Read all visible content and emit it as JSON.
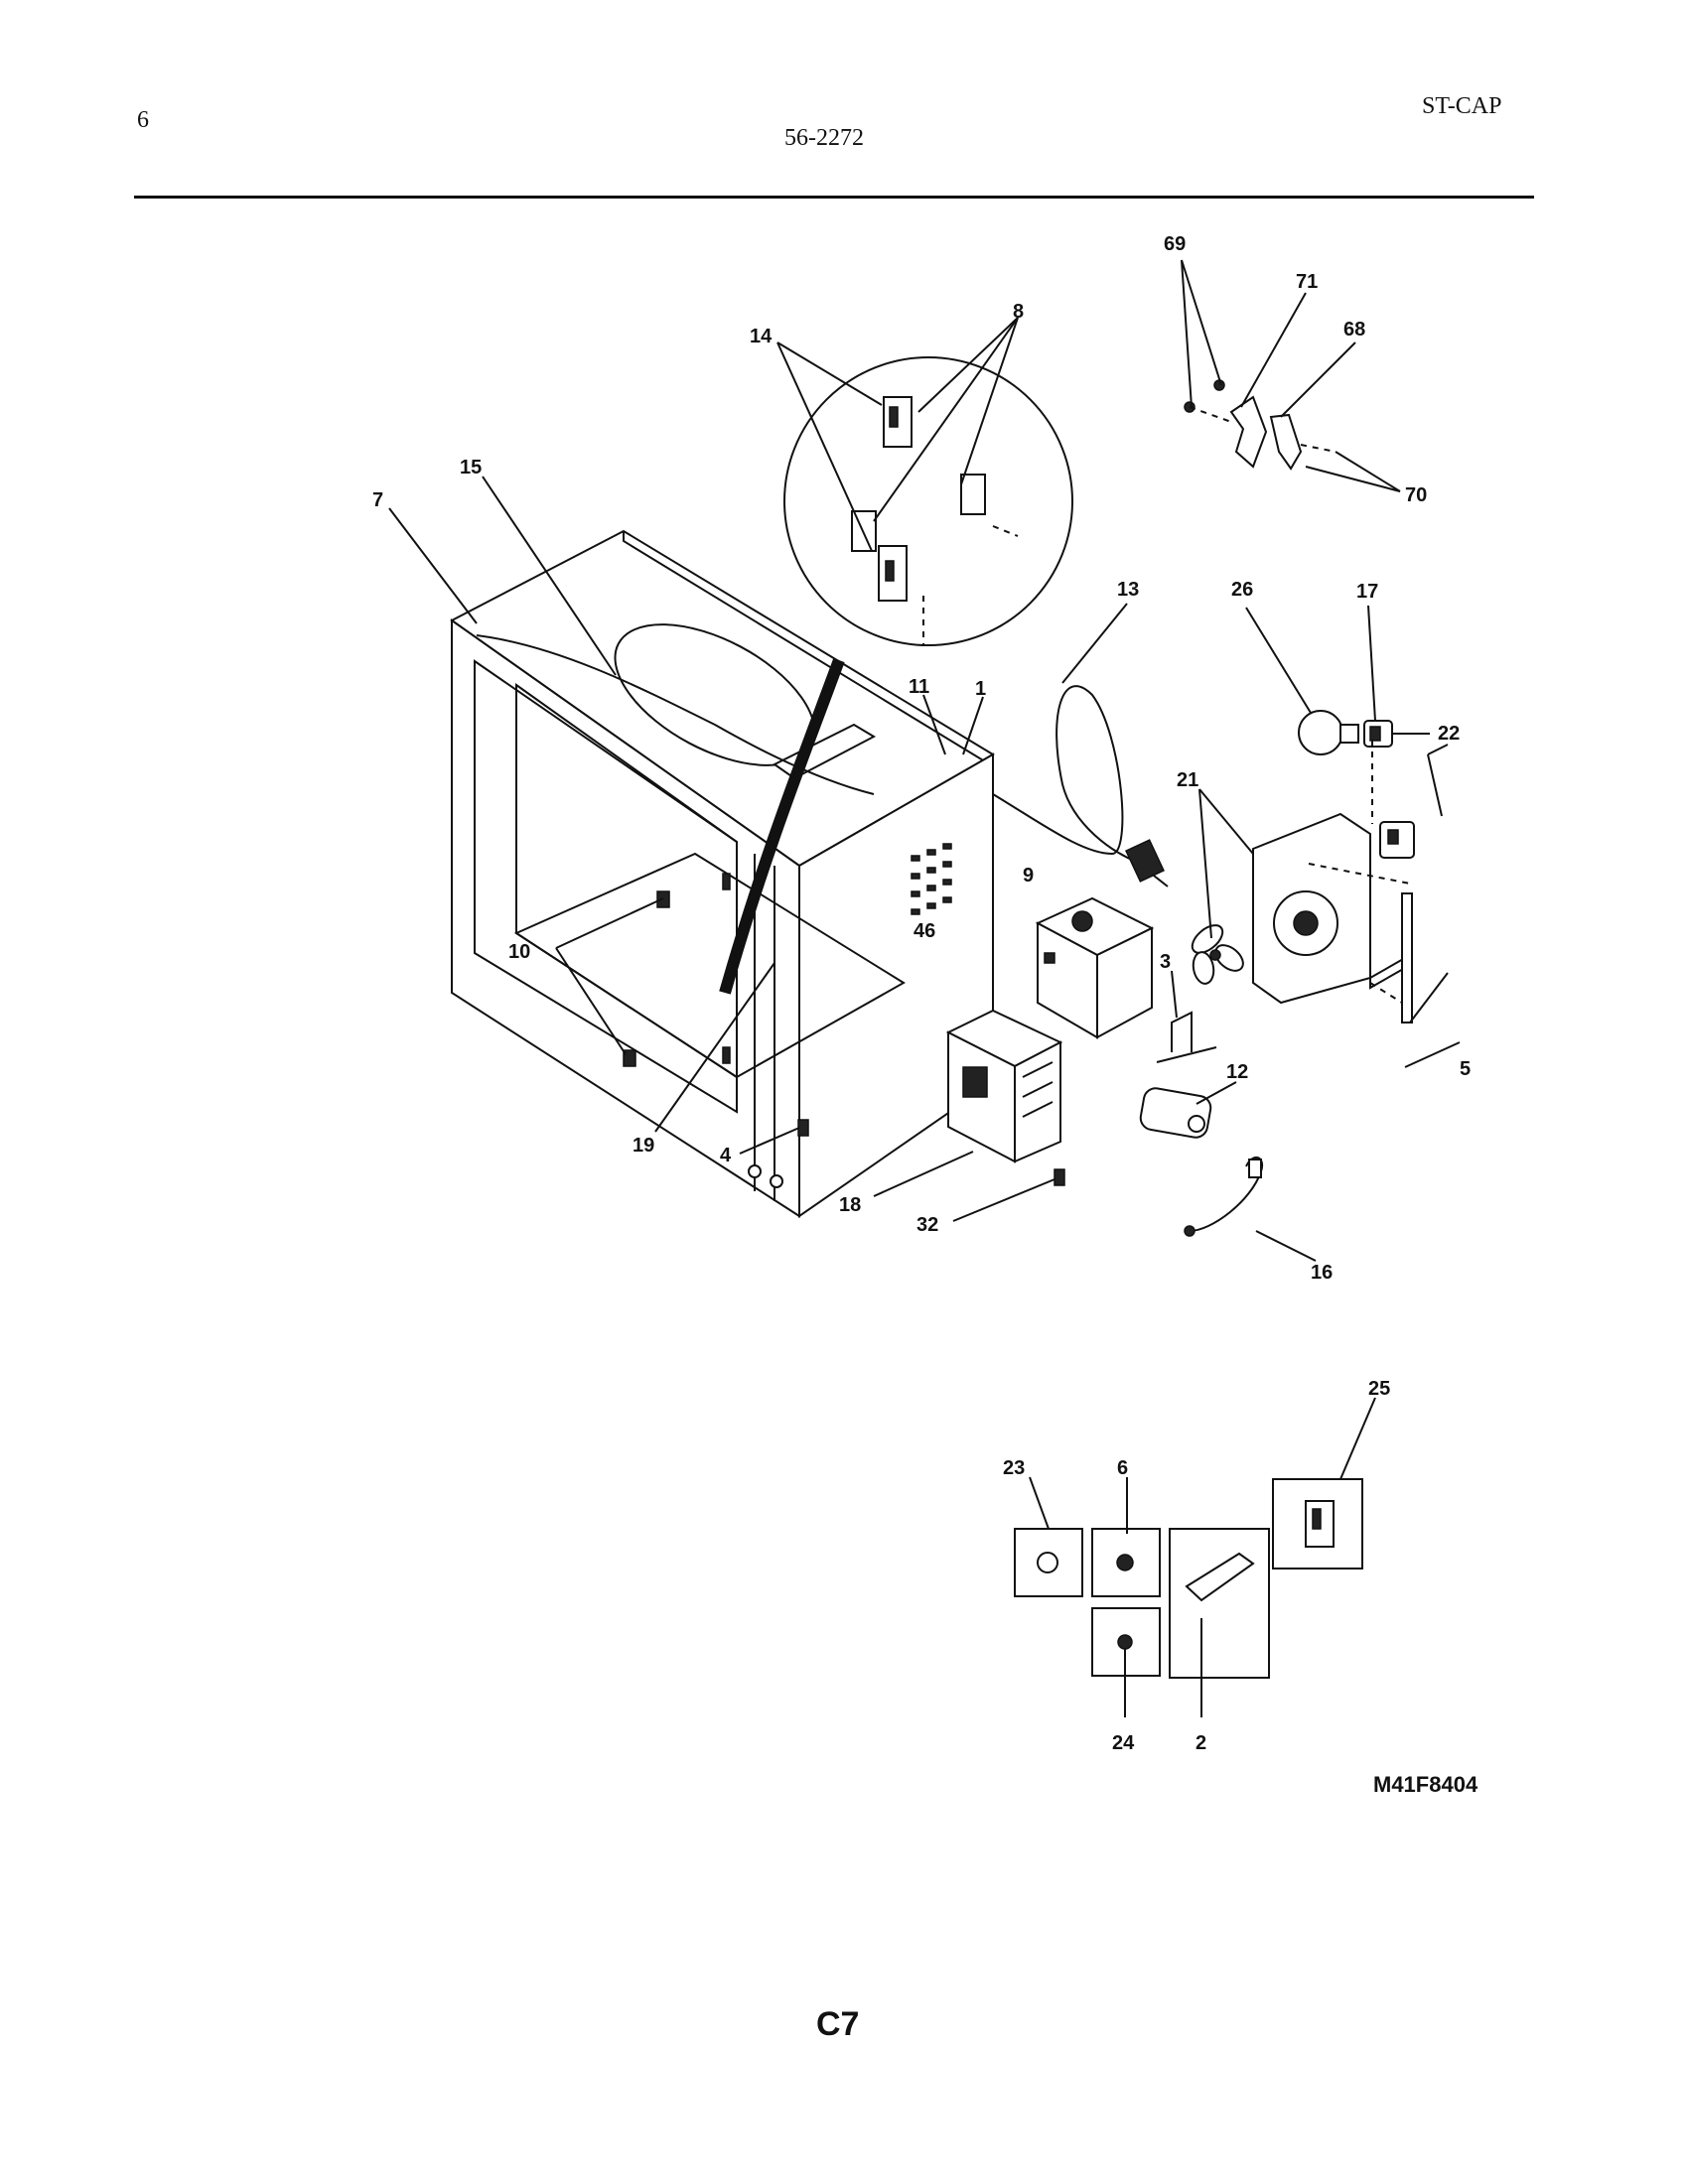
{
  "header": {
    "page_number": "6",
    "model_number": "56-2272",
    "section_code": "ST-CAP"
  },
  "diagram": {
    "callouts": {
      "c1": "1",
      "c2": "2",
      "c3": "3",
      "c4": "4",
      "c5": "5",
      "c6": "6",
      "c7": "7",
      "c8": "8",
      "c9": "9",
      "c10": "10",
      "c11": "11",
      "c12": "12",
      "c13": "13",
      "c14": "14",
      "c15": "15",
      "c16": "16",
      "c17": "17",
      "c18": "18",
      "c19": "19",
      "c21": "21",
      "c22": "22",
      "c23": "23",
      "c24": "24",
      "c25": "25",
      "c26": "26",
      "c32": "32",
      "c46": "46",
      "c68": "68",
      "c69": "69",
      "c70": "70",
      "c71": "71"
    }
  },
  "footer": {
    "figure_code": "M41F8404",
    "page_code": "C7"
  }
}
